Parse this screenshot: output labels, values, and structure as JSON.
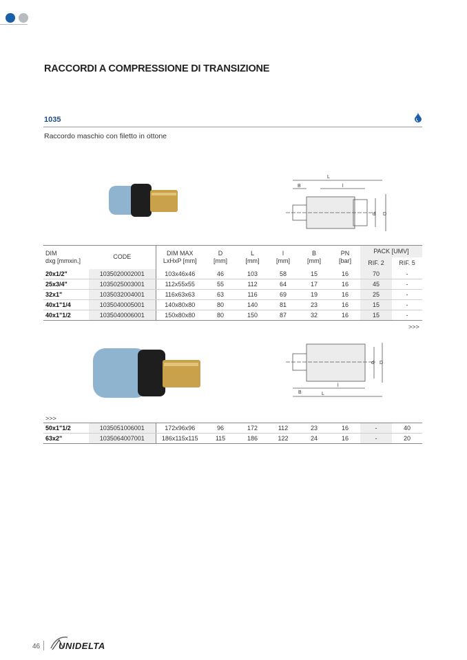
{
  "title": "RACCORDI A COMPRESSIONE DI TRANSIZIONE",
  "product": {
    "code": "1035",
    "description": "Raccordo maschio con filetto in ottone",
    "icon": "water-drop-icon"
  },
  "colors": {
    "accent": "#1a5fa8",
    "code": "#1a4c86"
  },
  "table": {
    "headers": {
      "dim": [
        "DIM",
        "dxg [mmxin.]"
      ],
      "code": "CODE",
      "dim_max": [
        "DIM MAX",
        "LxHxP [mm]"
      ],
      "d": [
        "D",
        "[mm]"
      ],
      "l_big": [
        "L",
        "[mm]"
      ],
      "l": [
        "l",
        "[mm]"
      ],
      "b": [
        "B",
        "[mm]"
      ],
      "pn": [
        "PN",
        "[bar]"
      ],
      "pack": "PACK [UMV]",
      "rif2": "RIF. 2",
      "rif5": "RIF. 5"
    },
    "rows1": [
      [
        "20x1/2\"",
        "1035020002001",
        "103x46x46",
        "46",
        "103",
        "58",
        "15",
        "16",
        "70",
        "-"
      ],
      [
        "25x3/4\"",
        "1035025003001",
        "112x55x55",
        "55",
        "112",
        "64",
        "17",
        "16",
        "45",
        "-"
      ],
      [
        "32x1\"",
        "1035032004001",
        "116x63x63",
        "63",
        "116",
        "69",
        "19",
        "16",
        "25",
        "-"
      ],
      [
        "40x1\"1/4",
        "1035040005001",
        "140x80x80",
        "80",
        "140",
        "81",
        "23",
        "16",
        "15",
        "-"
      ],
      [
        "40x1\"1/2",
        "1035040006001",
        "150x80x80",
        "80",
        "150",
        "87",
        "32",
        "16",
        "15",
        "-"
      ]
    ],
    "rows2": [
      [
        "50x1\"1/2",
        "1035051006001",
        "172x96x96",
        "96",
        "172",
        "112",
        "23",
        "16",
        "-",
        "40"
      ],
      [
        "63x2\"",
        "1035064007001",
        "186x115x115",
        "115",
        "186",
        "122",
        "24",
        "16",
        "-",
        "20"
      ]
    ],
    "continue": ">>>"
  },
  "drawing_labels": {
    "L": "L",
    "l": "l",
    "B": "B",
    "d": "d",
    "D": "D"
  },
  "footer": {
    "page": "46",
    "brand": "UNIDELTA"
  }
}
